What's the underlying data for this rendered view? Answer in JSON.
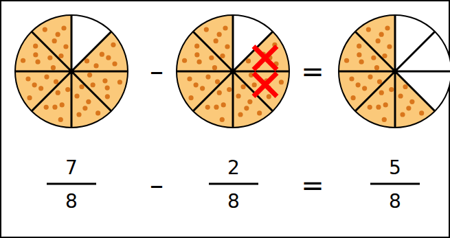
{
  "diagram": {
    "labels": [
      "–",
      "=",
      "7",
      "8",
      "–",
      "2",
      "8",
      "=",
      "5",
      "8"
    ]
  }
}
